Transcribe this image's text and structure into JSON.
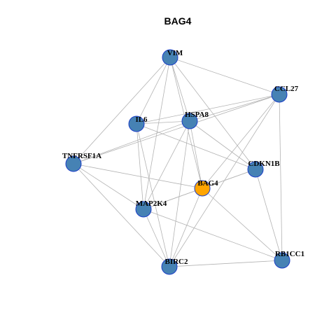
{
  "title": "BAG4",
  "colors": {
    "node_default": "#4682B4",
    "node_center": "#FFA500",
    "node_stroke": "#1C3FC8",
    "edge": "#B3B3B3"
  },
  "nodes": [
    {
      "id": "VIM",
      "label": "VIM",
      "center": false
    },
    {
      "id": "CCL27",
      "label": "CCL27",
      "center": false
    },
    {
      "id": "HSPA8",
      "label": "HSPA8",
      "center": false
    },
    {
      "id": "IL6",
      "label": "IL6",
      "center": false
    },
    {
      "id": "TNFRSF1A",
      "label": "TNFRSF1A",
      "center": false
    },
    {
      "id": "CDKN1B",
      "label": "CDKN1B",
      "center": false
    },
    {
      "id": "BAG4",
      "label": "BAG4",
      "center": true
    },
    {
      "id": "MAP2K4",
      "label": "MAP2K4",
      "center": false
    },
    {
      "id": "RB1CC1",
      "label": "RB1CC1",
      "center": false
    },
    {
      "id": "BIRC2",
      "label": "BIRC2",
      "center": false
    }
  ],
  "edges": [
    [
      "VIM",
      "CCL27"
    ],
    [
      "VIM",
      "IL6"
    ],
    [
      "VIM",
      "HSPA8"
    ],
    [
      "VIM",
      "TNFRSF1A"
    ],
    [
      "VIM",
      "MAP2K4"
    ],
    [
      "VIM",
      "BAG4"
    ],
    [
      "VIM",
      "CDKN1B"
    ],
    [
      "CCL27",
      "IL6"
    ],
    [
      "CCL27",
      "HSPA8"
    ],
    [
      "CCL27",
      "TNFRSF1A"
    ],
    [
      "CCL27",
      "BAG4"
    ],
    [
      "CCL27",
      "RB1CC1"
    ],
    [
      "CCL27",
      "BIRC2"
    ],
    [
      "HSPA8",
      "IL6"
    ],
    [
      "HSPA8",
      "TNFRSF1A"
    ],
    [
      "HSPA8",
      "CDKN1B"
    ],
    [
      "HSPA8",
      "BAG4"
    ],
    [
      "HSPA8",
      "MAP2K4"
    ],
    [
      "HSPA8",
      "BIRC2"
    ],
    [
      "IL6",
      "CDKN1B"
    ],
    [
      "IL6",
      "MAP2K4"
    ],
    [
      "IL6",
      "BIRC2"
    ],
    [
      "TNFRSF1A",
      "BAG4"
    ],
    [
      "TNFRSF1A",
      "MAP2K4"
    ],
    [
      "TNFRSF1A",
      "BIRC2"
    ],
    [
      "CDKN1B",
      "BAG4"
    ],
    [
      "CDKN1B",
      "MAP2K4"
    ],
    [
      "CDKN1B",
      "RB1CC1"
    ],
    [
      "BAG4",
      "MAP2K4"
    ],
    [
      "BAG4",
      "BIRC2"
    ],
    [
      "BAG4",
      "RB1CC1"
    ],
    [
      "MAP2K4",
      "RB1CC1"
    ],
    [
      "MAP2K4",
      "BIRC2"
    ],
    [
      "BIRC2",
      "RB1CC1"
    ]
  ]
}
